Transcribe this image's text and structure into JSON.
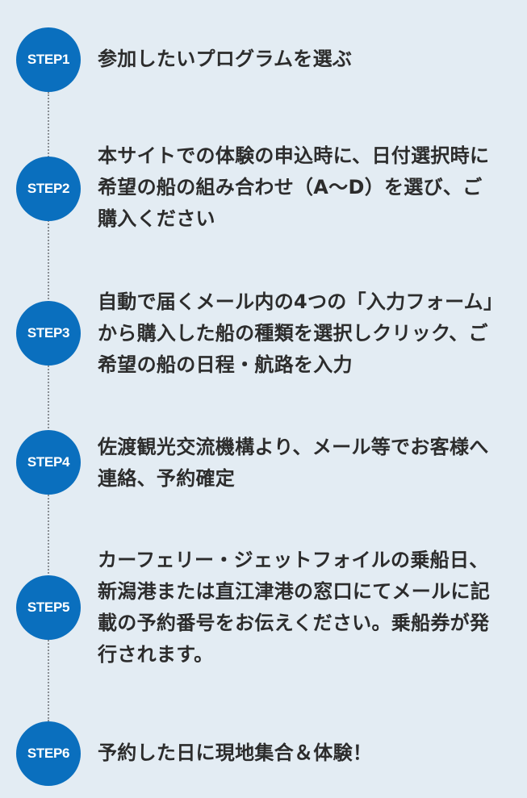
{
  "steps": [
    {
      "label": "STEP1",
      "text": "参加したいプログラムを選ぶ"
    },
    {
      "label": "STEP2",
      "text": "本サイトでの体験の申込時に、日付選択時に希望の船の組み合わせ（A〜D）を選び、ご購入ください"
    },
    {
      "label": "STEP3",
      "text": "自動で届くメール内の4つの「入力フォーム」から購入した船の種類を選択しクリック、ご希望の船の日程・航路を入力"
    },
    {
      "label": "STEP4",
      "text": "佐渡観光交流機構より、メール等でお客様へ連絡、予約確定"
    },
    {
      "label": "STEP5",
      "text": "カーフェリー・ジェットフォイルの乗船日、新潟港または直江津港の窓口にてメールに記載の予約番号をお伝えください。乗船券が発行されます。"
    },
    {
      "label": "STEP6",
      "text": "予約した日に現地集合＆体験！"
    }
  ],
  "colors": {
    "background": "#e3ecf3",
    "badge": "#0a6fbe",
    "text": "#2c2c2c",
    "connector": "#8a8f94"
  }
}
